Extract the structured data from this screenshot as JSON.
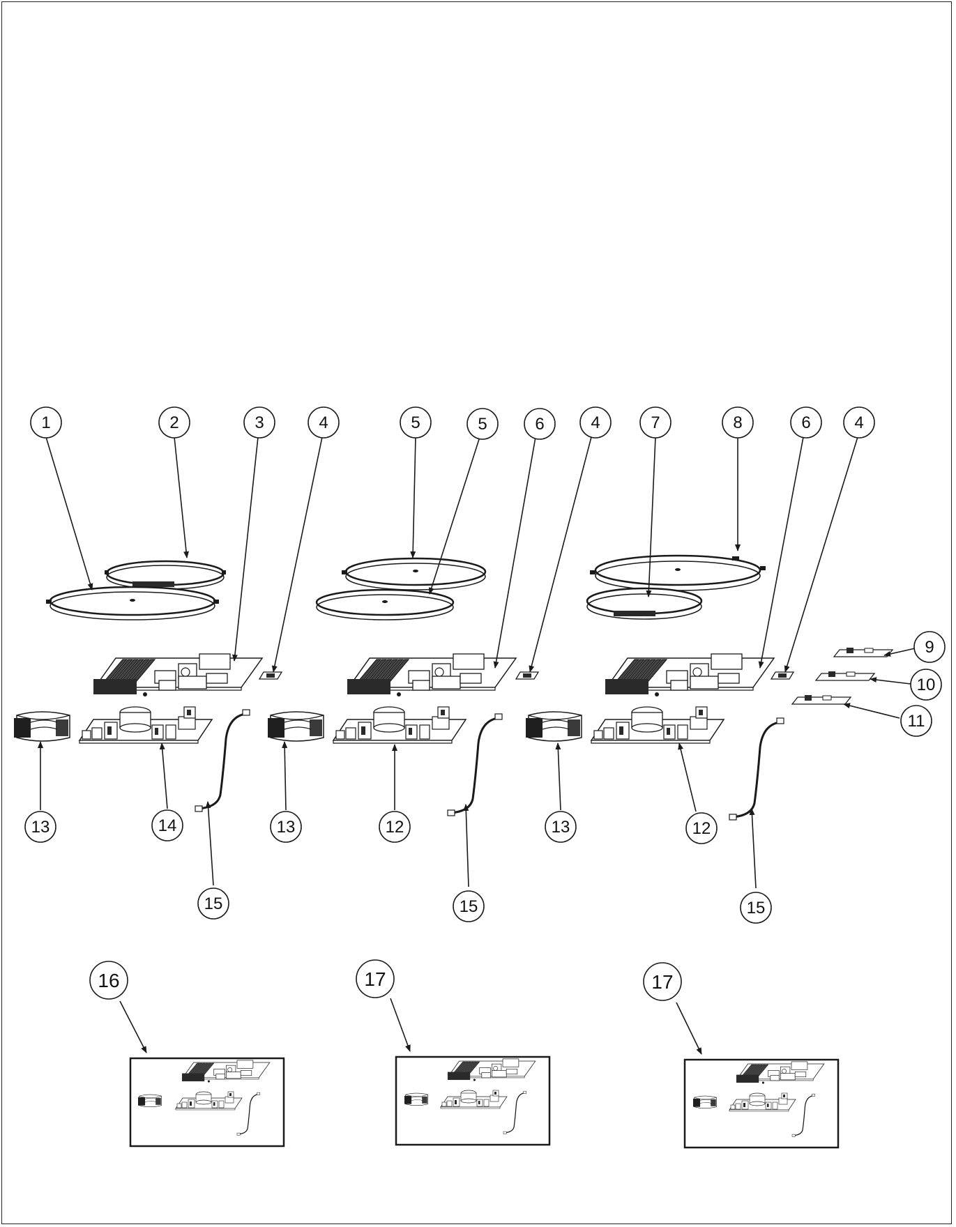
{
  "callouts": [
    {
      "id": "c1",
      "label": "1"
    },
    {
      "id": "c2",
      "label": "2"
    },
    {
      "id": "c3",
      "label": "3"
    },
    {
      "id": "c4a",
      "label": "4"
    },
    {
      "id": "c5a",
      "label": "5"
    },
    {
      "id": "c5b",
      "label": "5"
    },
    {
      "id": "c6a",
      "label": "6"
    },
    {
      "id": "c4b",
      "label": "4"
    },
    {
      "id": "c7",
      "label": "7"
    },
    {
      "id": "c8",
      "label": "8"
    },
    {
      "id": "c6b",
      "label": "6"
    },
    {
      "id": "c4c",
      "label": "4"
    },
    {
      "id": "c9",
      "label": "9"
    },
    {
      "id": "c10",
      "label": "10"
    },
    {
      "id": "c11",
      "label": "11"
    },
    {
      "id": "c13a",
      "label": "13"
    },
    {
      "id": "c14",
      "label": "14"
    },
    {
      "id": "c13b",
      "label": "13"
    },
    {
      "id": "c12a",
      "label": "12"
    },
    {
      "id": "c13c",
      "label": "13"
    },
    {
      "id": "c12b",
      "label": "12"
    },
    {
      "id": "c15a",
      "label": "15"
    },
    {
      "id": "c15b",
      "label": "15"
    },
    {
      "id": "c15c",
      "label": "15"
    },
    {
      "id": "c16",
      "label": "16"
    },
    {
      "id": "c17a",
      "label": "17"
    },
    {
      "id": "c17b",
      "label": "17"
    }
  ],
  "colors": {
    "line": "#1a1a1a",
    "fill": "#ffffff",
    "dark": "#2a2a2a"
  },
  "icons": {
    "coil": "induction-coil-icon",
    "board": "power-board-icon",
    "fan": "cooling-fan-icon",
    "cable": "cable-icon",
    "sensor": "sensor-board-icon"
  }
}
